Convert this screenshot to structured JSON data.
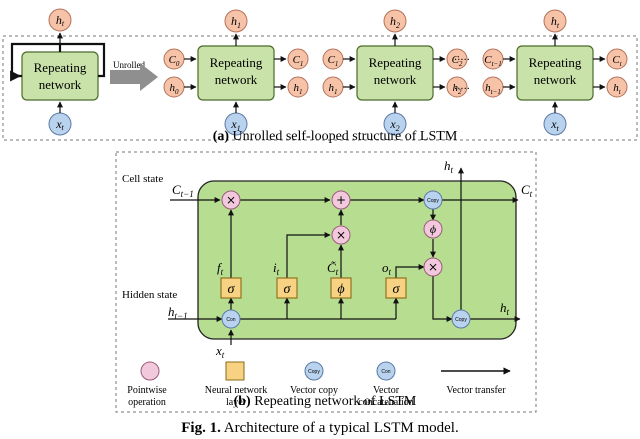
{
  "colors": {
    "box_fill": "#c9e2a9",
    "box_stroke": "#4b6b2a",
    "cell_fill": "#f6c3a8",
    "cell_stroke": "#b3735a",
    "input_fill": "#b9d2ee",
    "input_stroke": "#5a79a6",
    "gate_fill": "#f6d282",
    "gate_stroke": "#8b6b14",
    "pointwise_fill": "#f2c8dc",
    "pointwise_stroke": "#9a5b7a",
    "panel_b_fill": "#b7de90",
    "arrow": "#111111"
  },
  "panel_a": {
    "self_loop": {
      "label": "Repeating network",
      "line1": "Repeating",
      "line2": "network",
      "output": "h_t",
      "input": "x_t"
    },
    "unrolled_label": "Unrolled",
    "steps": [
      {
        "line1": "Repeating",
        "line2": "network",
        "cell_in": "C_0",
        "hidden_in": "h_0",
        "cell_out": "C_1",
        "hidden_out": "h_1",
        "input": "x_1",
        "output": "h_1"
      },
      {
        "line1": "Repeating",
        "line2": "network",
        "cell_in": "C_1",
        "hidden_in": "h_1",
        "cell_out": "C_2",
        "hidden_out": "h_2",
        "input": "x_2",
        "output": "h_2"
      },
      {
        "line1": "Repeating",
        "line2": "network",
        "cell_in": "C_{t−1}",
        "hidden_in": "h_{t−1}",
        "cell_out": "C_t",
        "hidden_out": "h_t",
        "input": "x_t",
        "output": "h_t"
      }
    ],
    "ellipsis": "·····",
    "caption_tag": "(a)",
    "caption_text": "Unrolled self-looped structure of LSTM"
  },
  "panel_b": {
    "cell_state_label": "Cell state",
    "hidden_state_label": "Hidden state",
    "c_prev": "C_{t−1}",
    "h_prev": "h_{t−1}",
    "c_out": "C_t",
    "h_out_top": "h_t",
    "h_out_right": "h_t",
    "x_in": "x_t",
    "gates": [
      {
        "symbol": "σ",
        "label": "f_t"
      },
      {
        "symbol": "σ",
        "label": "i_t"
      },
      {
        "symbol": "ϕ",
        "label": "C̃_t"
      },
      {
        "symbol": "σ",
        "label": "o_t"
      }
    ],
    "ops": {
      "mul_forget": "×",
      "add": "+",
      "mul_input": "×",
      "tanh": "ϕ",
      "mul_output": "×"
    },
    "copy_label": "Copy",
    "concat_label": "Con",
    "caption_tag": "(b)",
    "caption_text": "Repeating network of LSTM"
  },
  "legend": [
    {
      "kind": "pointwise",
      "line1": "Pointwise",
      "line2": "operation"
    },
    {
      "kind": "neural",
      "line1": "Neural network",
      "line2": "layer"
    },
    {
      "kind": "copy",
      "line1": "Vector copy",
      "line2": "",
      "mark": "Copy"
    },
    {
      "kind": "concat",
      "line1": "Vector",
      "line2": "concatenation",
      "mark": "Con"
    },
    {
      "kind": "transfer",
      "line1": "Vector transfer",
      "line2": ""
    }
  ],
  "figure_caption": {
    "tag": "Fig. 1.",
    "text": "Architecture of a typical LSTM model."
  }
}
